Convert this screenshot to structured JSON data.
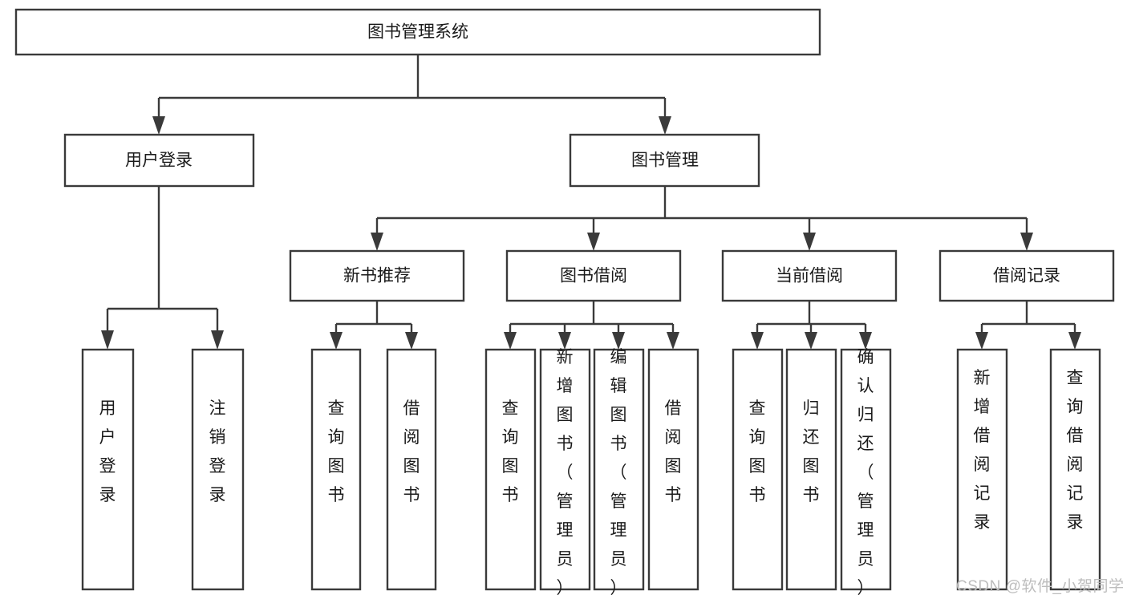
{
  "diagram": {
    "type": "tree-hierarchy",
    "title": "图书管理系统",
    "orientation": "top-down",
    "colors": {
      "box_stroke": "#3a3a3a",
      "box_fill": "#ffffff",
      "connector": "#3a3a3a",
      "text": "#1a1a1a",
      "watermark": "#bdbdbd",
      "background": "#ffffff"
    },
    "levels": [
      {
        "level": 1,
        "nodes": [
          {
            "id": "root",
            "label": "图书管理系统",
            "orientation": "horizontal"
          }
        ]
      },
      {
        "level": 2,
        "nodes": [
          {
            "id": "user-login",
            "label": "用户登录",
            "orientation": "horizontal",
            "parent": "root"
          },
          {
            "id": "book-manage",
            "label": "图书管理",
            "orientation": "horizontal",
            "parent": "root"
          }
        ]
      },
      {
        "level": 3,
        "nodes": [
          {
            "id": "new-book-rec",
            "label": "新书推荐",
            "orientation": "horizontal",
            "parent": "book-manage"
          },
          {
            "id": "book-borrow",
            "label": "图书借阅",
            "orientation": "horizontal",
            "parent": "book-manage"
          },
          {
            "id": "current-borrow",
            "label": "当前借阅",
            "orientation": "horizontal",
            "parent": "book-manage"
          },
          {
            "id": "borrow-record",
            "label": "借阅记录",
            "orientation": "horizontal",
            "parent": "book-manage"
          }
        ]
      },
      {
        "level": 4,
        "nodes": [
          {
            "id": "leaf-user-login",
            "label": "用户登录",
            "orientation": "vertical",
            "parent": "user-login"
          },
          {
            "id": "leaf-logout",
            "label": "注销登录",
            "orientation": "vertical",
            "parent": "user-login"
          },
          {
            "id": "leaf-query-book-1",
            "label": "查询图书",
            "orientation": "vertical",
            "parent": "new-book-rec"
          },
          {
            "id": "leaf-borrow-book-1",
            "label": "借阅图书",
            "orientation": "vertical",
            "parent": "new-book-rec"
          },
          {
            "id": "leaf-query-book-2",
            "label": "查询图书",
            "orientation": "vertical",
            "parent": "book-borrow"
          },
          {
            "id": "leaf-add-book",
            "label": "新增图书（管理员）",
            "orientation": "vertical",
            "parent": "book-borrow"
          },
          {
            "id": "leaf-edit-book",
            "label": "编辑图书（管理员）",
            "orientation": "vertical",
            "parent": "book-borrow"
          },
          {
            "id": "leaf-borrow-book-2",
            "label": "借阅图书",
            "orientation": "vertical",
            "parent": "book-borrow"
          },
          {
            "id": "leaf-query-book-3",
            "label": "查询图书",
            "orientation": "vertical",
            "parent": "current-borrow"
          },
          {
            "id": "leaf-return-book",
            "label": "归还图书",
            "orientation": "vertical",
            "parent": "current-borrow"
          },
          {
            "id": "leaf-confirm-return",
            "label": "确认归还（管理员）",
            "orientation": "vertical",
            "parent": "current-borrow"
          },
          {
            "id": "leaf-add-record",
            "label": "新增借阅记录",
            "orientation": "vertical",
            "parent": "borrow-record"
          },
          {
            "id": "leaf-query-record",
            "label": "查询借阅记录",
            "orientation": "vertical",
            "parent": "borrow-record"
          }
        ]
      }
    ]
  },
  "watermark": {
    "text": "CSDN @软件_小贺同学"
  }
}
